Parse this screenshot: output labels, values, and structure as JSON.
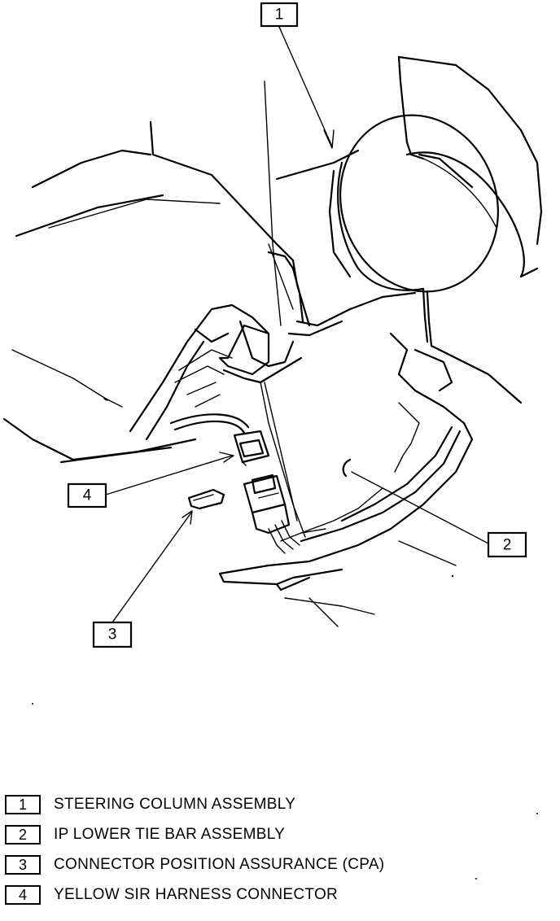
{
  "callouts": [
    {
      "number": "1"
    },
    {
      "number": "2"
    },
    {
      "number": "3"
    },
    {
      "number": "4"
    }
  ],
  "legend": [
    {
      "number": "1",
      "label": "STEERING COLUMN ASSEMBLY"
    },
    {
      "number": "2",
      "label": "IP LOWER TIE BAR ASSEMBLY"
    },
    {
      "number": "3",
      "label": "CONNECTOR POSITION ASSURANCE (CPA)"
    },
    {
      "number": "4",
      "label": "YELLOW SIR HARNESS CONNECTOR"
    }
  ]
}
